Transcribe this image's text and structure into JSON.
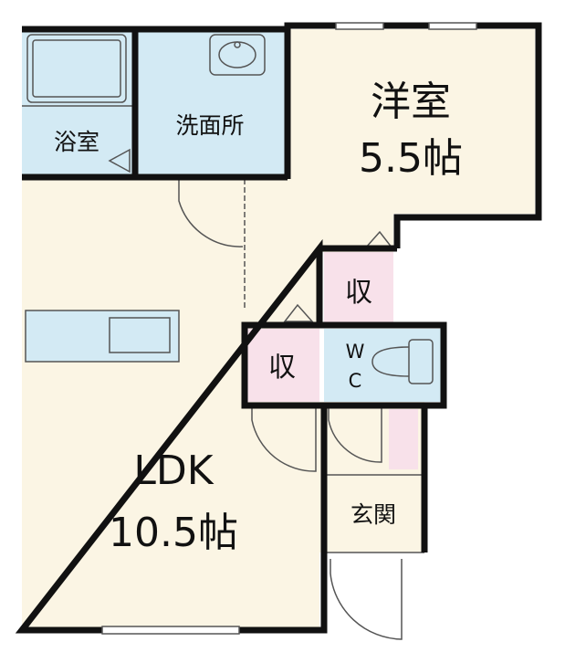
{
  "rooms": {
    "western": {
      "name": "洋室",
      "size": "5.5帖"
    },
    "ldk": {
      "name": "LDK",
      "size": "10.5帖"
    },
    "bath": {
      "name": "浴室"
    },
    "washroom": {
      "name": "洗面所"
    },
    "storage_upper": {
      "name": "収"
    },
    "storage_lower": {
      "name": "収"
    },
    "wc": {
      "line1": "W",
      "line2": "C"
    },
    "entrance": {
      "name": "玄関"
    }
  },
  "colors": {
    "wall": "#111111",
    "floor": "#fbf5e4",
    "wet_area": "#d3eaf4",
    "storage": "#f8e1ea",
    "line": "#555555"
  }
}
